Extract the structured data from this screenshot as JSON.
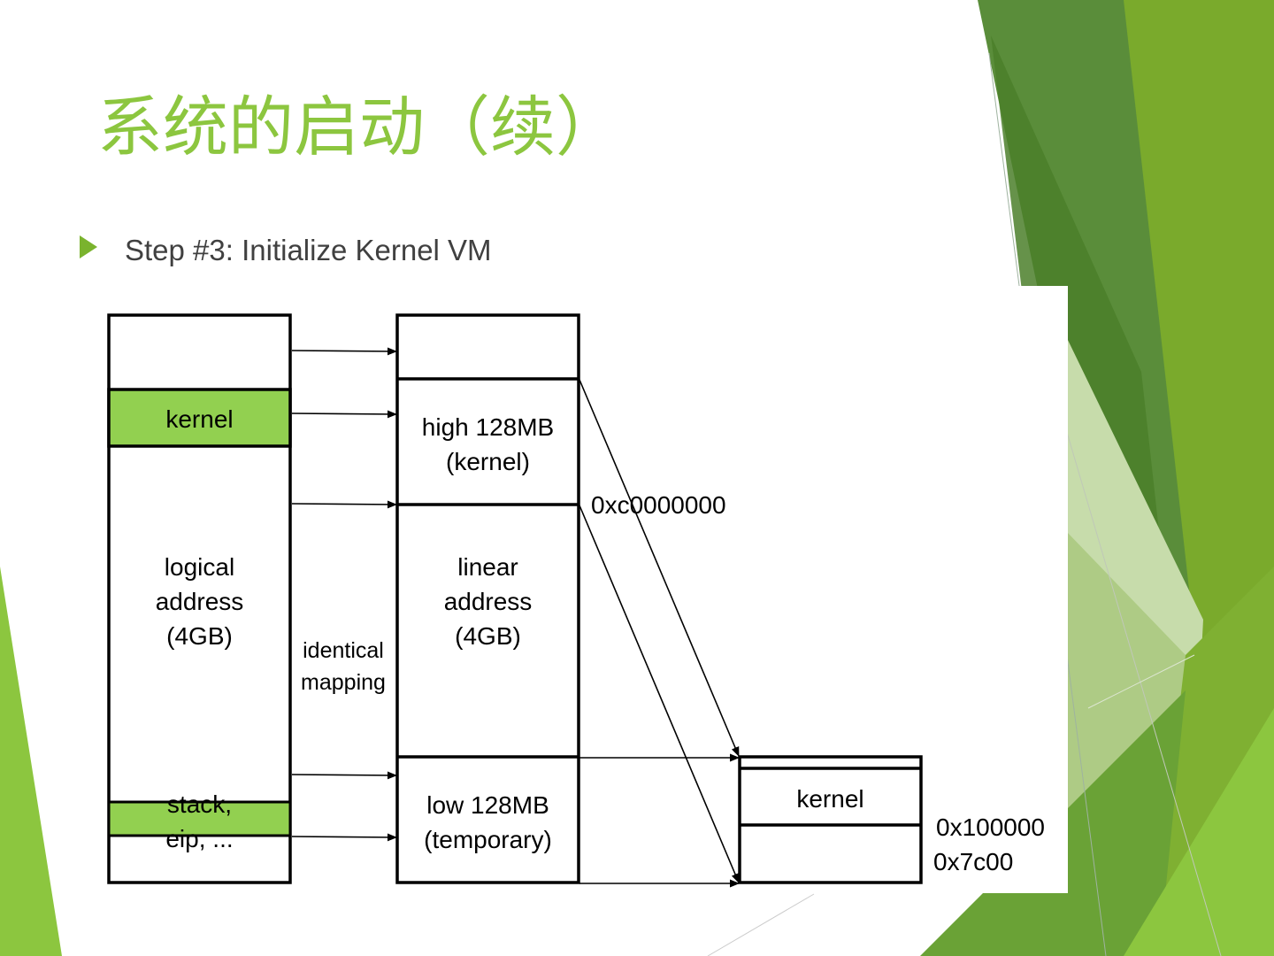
{
  "slide": {
    "title": "系统的启动（续）",
    "bullet": "Step #3: Initialize Kernel VM"
  },
  "diagram": {
    "logical": {
      "kernel": "kernel",
      "body": [
        "logical",
        "address",
        "(4GB)"
      ],
      "stack": [
        "stack,",
        "eip, ..."
      ]
    },
    "mapping": [
      "identical",
      "mapping"
    ],
    "linear": {
      "high": [
        "high 128MB",
        "(kernel)"
      ],
      "body": [
        "linear",
        "address",
        "(4GB)"
      ],
      "low": [
        "low 128MB",
        "(temporary)"
      ]
    },
    "addr_high": "0xc0000000",
    "physical": {
      "kernel": "kernel"
    },
    "addr_100000": "0x100000",
    "addr_7c00": "0x7c00"
  },
  "colors": {
    "accent": "#8cc63f",
    "box_green": "#92d050",
    "dark_green": "#4f8a2b",
    "text": "#404040"
  }
}
